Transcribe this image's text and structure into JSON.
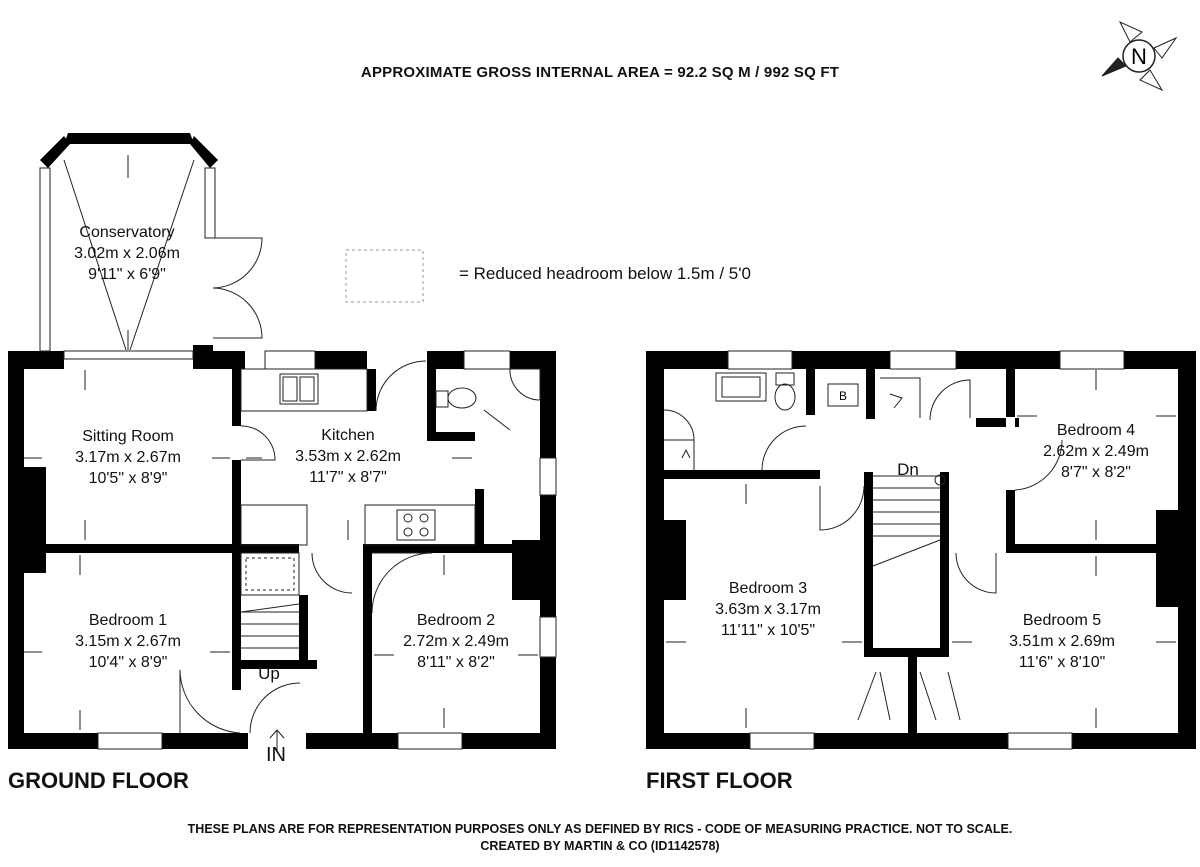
{
  "header": {
    "area_text": "APPROXIMATE GROSS INTERNAL AREA = 92.2 SQ M / 992 SQ FT"
  },
  "compass": {
    "label": "N"
  },
  "legend": {
    "text": "= Reduced headroom below 1.5m / 5'0"
  },
  "ground_floor": {
    "label": "GROUND FLOOR",
    "rooms": [
      {
        "name": "Conservatory",
        "metric": "3.02m x 2.06m",
        "imperial": "9'11\" x 6'9\""
      },
      {
        "name": "Sitting Room",
        "metric": "3.17m x 2.67m",
        "imperial": "10'5\" x 8'9\""
      },
      {
        "name": "Kitchen",
        "metric": "3.53m x 2.62m",
        "imperial": "11'7\" x 8'7\""
      },
      {
        "name": "Bedroom 1",
        "metric": "3.15m x 2.67m",
        "imperial": "10'4\" x 8'9\""
      },
      {
        "name": "Bedroom 2",
        "metric": "2.72m x 2.49m",
        "imperial": "8'11\" x 8'2\""
      }
    ],
    "stairs_label": "Up",
    "entrance_label": "IN"
  },
  "first_floor": {
    "label": "FIRST FLOOR",
    "rooms": [
      {
        "name": "Bedroom 3",
        "metric": "3.63m x 3.17m",
        "imperial": "11'11\" x 10'5\""
      },
      {
        "name": "Bedroom 4",
        "metric": "2.62m x 2.49m",
        "imperial": "8'7\" x 8'2\""
      },
      {
        "name": "Bedroom 5",
        "metric": "3.51m x 2.69m",
        "imperial": "11'6\" x 8'10\""
      }
    ],
    "stairs_label": "Dn",
    "boiler_label": "B"
  },
  "footer": {
    "line1": "THESE PLANS ARE FOR REPRESENTATION PURPOSES ONLY AS DEFINED BY RICS - CODE OF MEASURING PRACTICE. NOT TO SCALE.",
    "line2": "CREATED BY MARTIN & CO (ID1142578)"
  }
}
